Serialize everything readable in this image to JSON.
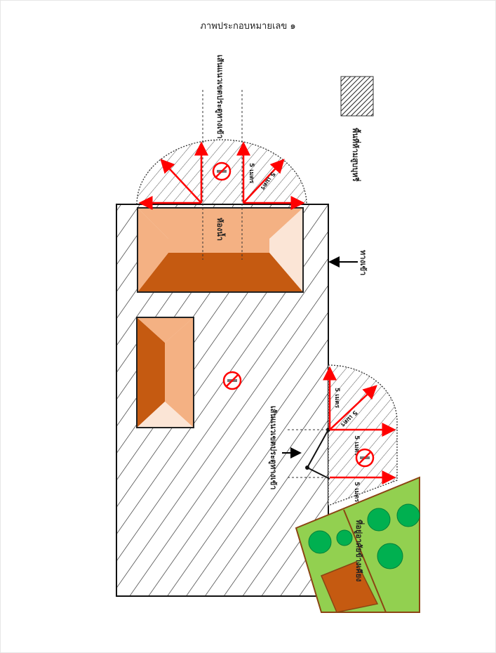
{
  "page": {
    "title": "ภาพประกอบหมายเลข ๑"
  },
  "legend": {
    "label": "พื้นที่ห้ามสูบบุหรี่"
  },
  "labels": {
    "main_door": "ทางเข้า",
    "building": "ห้องน้ำ",
    "entrance_upper": "เส้นแนวเขตประตูทางเข้า",
    "entrance_lower": "เส้นแนวเขตประตูทางเข้า",
    "neighbor": "ที่อยู่อาศัยข้างเคียง"
  },
  "distance_labels": [
    "5 เมตร",
    "5 เมตร",
    "5 เมตร",
    "5 เมตร",
    "5 เมตร",
    "5 เมตร"
  ],
  "colors": {
    "roof_dark": "#c55a11",
    "roof_light": "#f4b183",
    "roof_pale": "#fbe5d6",
    "lawn": "#92d050",
    "tree": "#00b050",
    "arrow_red": "#ff0000"
  },
  "icons": [
    "no-smoking-icon",
    "no-smoking-icon",
    "no-smoking-icon",
    "no-smoking-icon"
  ]
}
